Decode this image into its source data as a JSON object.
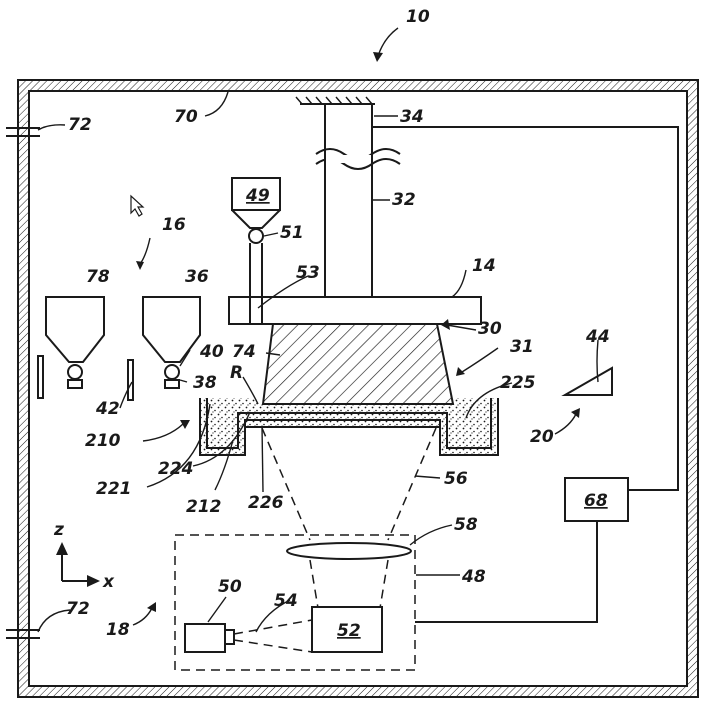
{
  "labels": {
    "l10": "10",
    "l70": "70",
    "l72a": "72",
    "l72b": "72",
    "l34": "34",
    "l32": "32",
    "l49": "49",
    "l51": "51",
    "l16": "16",
    "l78": "78",
    "l36": "36",
    "l14": "14",
    "l53": "53",
    "l30": "30",
    "l31": "31",
    "l74": "74",
    "l40": "40",
    "l38": "38",
    "l42": "42",
    "lR": "R",
    "l225": "225",
    "l44": "44",
    "l20": "20",
    "l210": "210",
    "l221": "221",
    "l224": "224",
    "l212": "212",
    "l226": "226",
    "l56": "56",
    "l68": "68",
    "l58": "58",
    "l48": "48",
    "l50": "50",
    "l54": "54",
    "l52": "52",
    "l18": "18",
    "lz": "z",
    "lx": "x"
  }
}
